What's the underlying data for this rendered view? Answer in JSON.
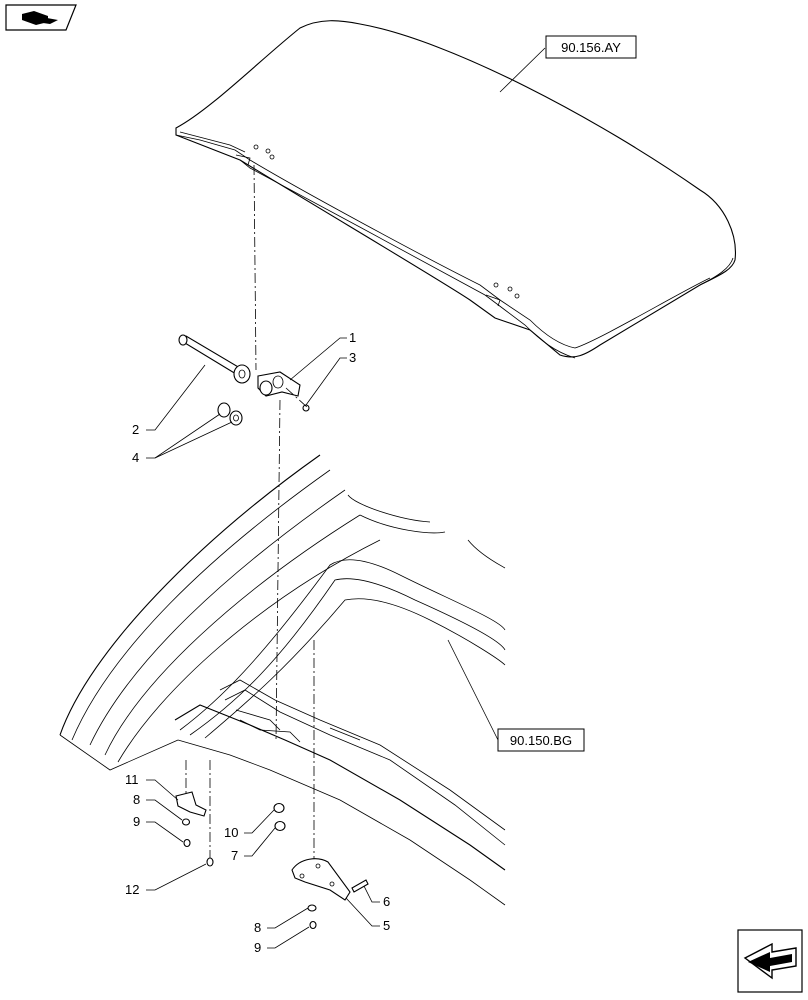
{
  "references": {
    "top": "90.156.AY",
    "bottom": "90.150.BG"
  },
  "callouts": {
    "c1": "1",
    "c2": "2",
    "c3": "3",
    "c4": "4",
    "c5": "5",
    "c6": "6",
    "c7": "7",
    "c8a": "8",
    "c8b": "8",
    "c9a": "9",
    "c9b": "9",
    "c10": "10",
    "c11": "11",
    "c12": "12"
  },
  "icons": {
    "top_left": "assembly-view-icon",
    "bottom_right": "navigation-arrow-icon"
  }
}
